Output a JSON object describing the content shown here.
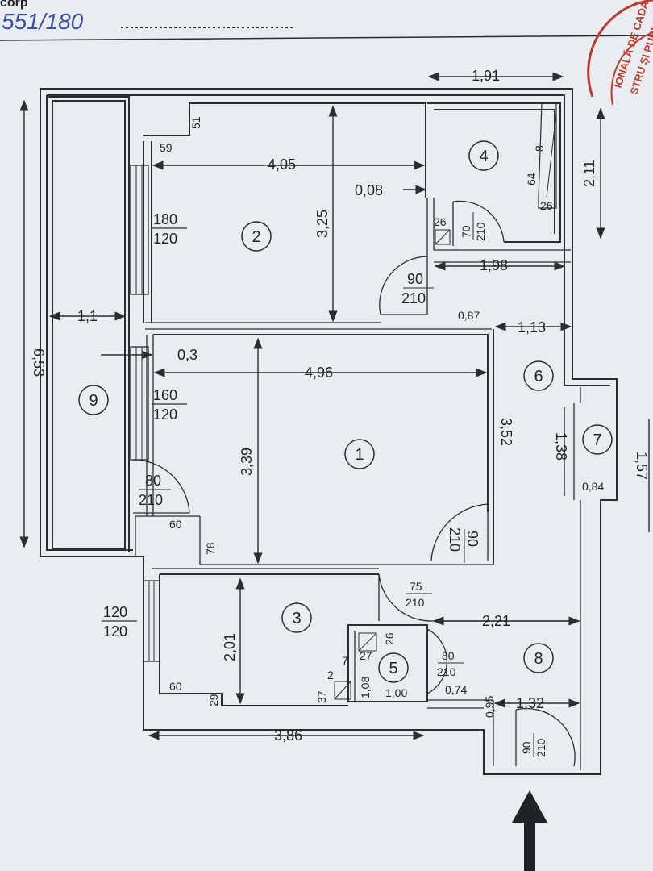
{
  "header": {
    "handwritten": "551/180",
    "top_partial": "corp"
  },
  "stamp": {
    "line1": "IONALĂ DE CADA",
    "line2": "STRU ȘI PUBLICIT"
  },
  "rooms": [
    "1",
    "2",
    "3",
    "4",
    "5",
    "6",
    "7",
    "8",
    "9"
  ],
  "dimensions": {
    "d_1_91": "1,91",
    "d_6_53": "6,53",
    "d_2_11": "2,11",
    "d_4_05": "4,05",
    "d_3_25": "3,25",
    "d_0_08": "0,08",
    "d_1_98": "1,98",
    "d_0_87": "0,87",
    "d_1_13": "1,13",
    "d_1_1": "1,1",
    "d_0_3": "0,3",
    "d_4_96": "4,96",
    "d_3_39": "3,39",
    "d_3_52": "3,52",
    "d_1_38": "1,38",
    "d_0_84": "0,84",
    "d_1_57": "1,57",
    "d_2_01": "2,01",
    "d_2_21": "2,21",
    "d_1_32": "1,32",
    "d_3_86": "3,86",
    "d_1_00": "1,00",
    "d_0_74": "0,74",
    "d_0_95": "0,95",
    "d_1_08": "1,08",
    "n59": "59",
    "n51": "51",
    "n8": "8",
    "n64": "64",
    "n26a": "26",
    "n26b": "26",
    "n26c": "26",
    "n27": "27",
    "n60a": "60",
    "n78": "78",
    "n60b": "60",
    "n29": "29",
    "n37": "37",
    "n2": "2",
    "n7": "7"
  },
  "windows": [
    {
      "top": "180",
      "bottom": "120"
    },
    {
      "top": "160",
      "bottom": "120"
    },
    {
      "top": "120",
      "bottom": "120"
    }
  ],
  "doors": [
    {
      "top": "70",
      "bottom": "210"
    },
    {
      "top": "90",
      "bottom": "210"
    },
    {
      "top": "80",
      "bottom": "210"
    },
    {
      "top": "90",
      "bottom": "210"
    },
    {
      "top": "75",
      "bottom": "210"
    },
    {
      "top": "80",
      "bottom": "210"
    },
    {
      "top": "90",
      "bottom": "210"
    }
  ],
  "colors": {
    "ink": "#2a2d31",
    "paper": "#e9edf2",
    "stamp": "#c0392b",
    "pen": "#3b4fa8"
  }
}
